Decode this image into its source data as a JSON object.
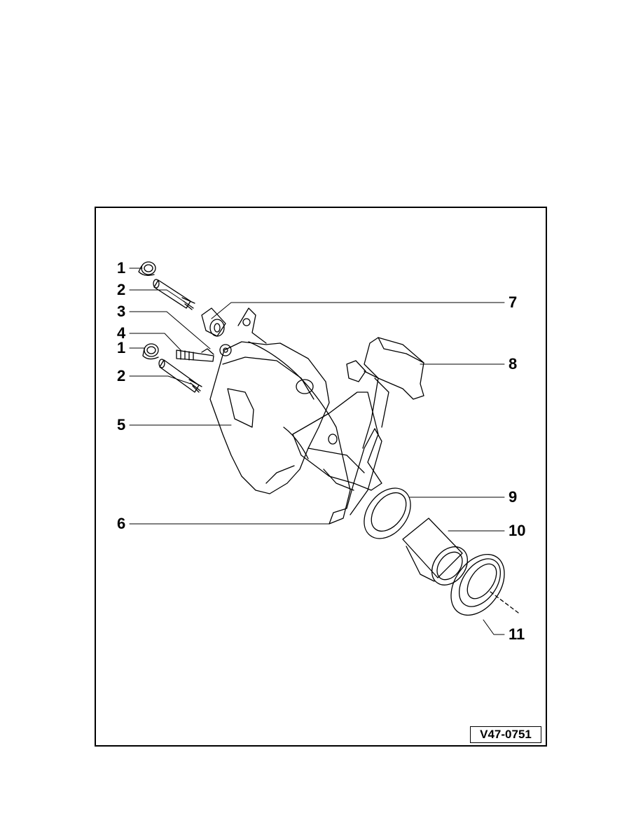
{
  "callouts": {
    "c1a": "1",
    "c2a": "2",
    "c3": "3",
    "c4": "4",
    "c1b": "1",
    "c2b": "2",
    "c5": "5",
    "c6": "6",
    "c7": "7",
    "c8": "8",
    "c9": "9",
    "c10": "10",
    "c11": "11"
  },
  "figure_id": "V47-0751",
  "colors": {
    "ink": "#000000",
    "paper": "#ffffff"
  }
}
